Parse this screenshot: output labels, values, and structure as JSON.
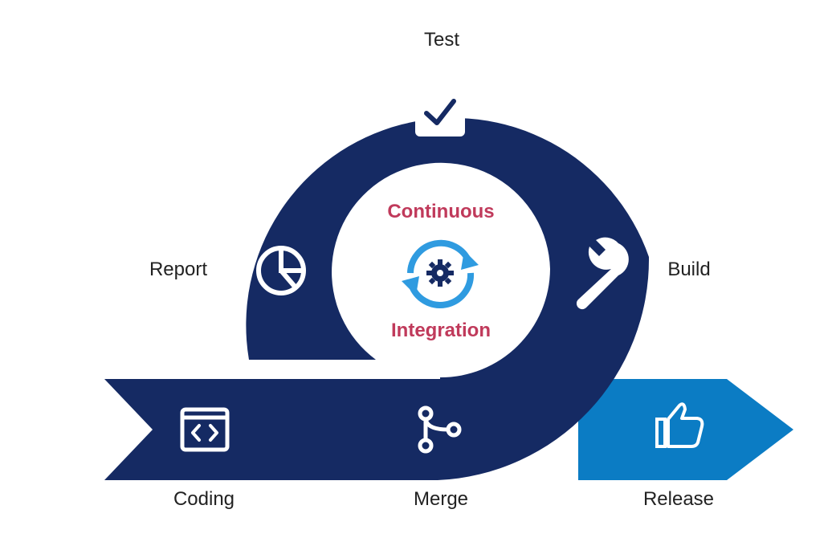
{
  "colors": {
    "navy": "#152A63",
    "release_blue": "#0B7CC4",
    "accent_red": "#C03A5B",
    "cycle_icon_blue": "#2F9BE0",
    "white": "#FFFFFF",
    "label_text": "#222222"
  },
  "center": {
    "line1": "Continuous",
    "line2": "Integration",
    "icon": "gear-cycle-icon"
  },
  "stages": {
    "test": {
      "label": "Test",
      "icon": "check-square-icon"
    },
    "build": {
      "label": "Build",
      "icon": "wrench-icon"
    },
    "report": {
      "label": "Report",
      "icon": "pie-chart-icon"
    },
    "coding": {
      "label": "Coding",
      "icon": "code-brackets-icon"
    },
    "merge": {
      "label": "Merge",
      "icon": "git-merge-icon"
    },
    "release": {
      "label": "Release",
      "icon": "thumbs-up-icon"
    }
  }
}
